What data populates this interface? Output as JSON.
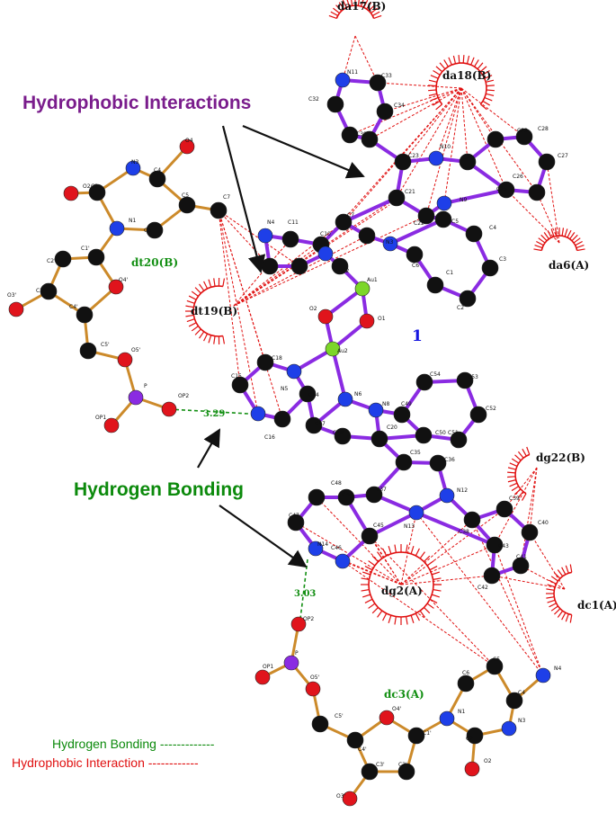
{
  "labels": {
    "hydrophobic_title": "Hydrophobic Interactions",
    "hbond_title": "Hydrogen Bonding",
    "ligand_id": "1",
    "legend_hbond": "Hydrogen Bonding -------------",
    "legend_hydrophobic": "Hydrophobic Interaction ------------"
  },
  "residues": {
    "da17_b": "da17(B)",
    "da18_b": "da18(B)",
    "da6_a": "da6(A)",
    "dt19_b": "dt19(B)",
    "dt20_b": "dt20(B)",
    "dg22_b": "dg22(B)",
    "dc1_a": "dc1(A)",
    "dg2_a": "dg2(A)",
    "dc3_a": "dc3(A)"
  },
  "distances": {
    "hb1": "3.29",
    "hb2": "3.03"
  },
  "atom_labels": {
    "n11": "N11",
    "c33": "C33",
    "c32": "C32",
    "c34": "C34",
    "c31": "C31",
    "c30": "C30",
    "n10": "N10",
    "c23": "C23",
    "c24": "C24",
    "c29": "C29",
    "c28": "C28",
    "c27": "C27",
    "c26": "C26",
    "c25": "C25",
    "n9": "N9",
    "c21": "C21",
    "c22": "C22",
    "n4": "N4",
    "c11": "C11",
    "c10": "C10",
    "c7": "C7",
    "c5": "C5",
    "c4": "C4",
    "n3": "N3",
    "c6": "C6",
    "c1": "C1",
    "c2": "C2",
    "c3": "C3",
    "n2": "N2",
    "au1": "Au1",
    "o2": "O2",
    "o1": "O1",
    "au2": "Au2",
    "c18": "C18",
    "n5": "N5",
    "c14": "C14",
    "n6": "N6",
    "n8": "N8",
    "c49": "C49",
    "c54": "C54",
    "c53": "C53",
    "c52": "C52",
    "c15": "C15",
    "c17": "C17",
    "c19": "C19",
    "c20": "C20",
    "c50": "C50",
    "c51": "C51",
    "c16": "C16",
    "c35": "C35",
    "c36": "C36",
    "n12": "N12",
    "c37": "C37",
    "c44": "C44",
    "c48": "C48",
    "c47": "C47",
    "n14": "N14",
    "c46": "C46",
    "c45": "C45",
    "n13": "N13",
    "c38": "C38",
    "c39": "C39",
    "c40": "C40",
    "c43": "C43",
    "c41": "C41",
    "c42": "C42",
    "t_o4": "O4",
    "t_n3": "N3",
    "t_c4": "C4",
    "t_o2": "O2",
    "t_c2": "C2",
    "t_c5": "C5",
    "t_c7": "C7",
    "t_n1": "N1",
    "t_c6": "C6",
    "t_c1p": "C1'",
    "t_o4p": "O4'",
    "t_c2p": "C2'",
    "t_o3p": "O3'",
    "t_c3p": "C3'",
    "t_c4p": "C4'",
    "t_c5p": "C5'",
    "t_o5p": "O5'",
    "t_p": "P",
    "t_op1": "OP1",
    "t_op2": "OP2",
    "c_op2": "OP2",
    "c_op1": "OP1",
    "c_p": "P",
    "c_o5p": "O5'",
    "c_c5p": "C5'",
    "c_c4p": "C4'",
    "c_o4p": "O4'",
    "c_c3p": "C3'",
    "c_c2p": "C2'",
    "c_c1p": "C1'",
    "c_o3p": "O3'",
    "c_n1": "N1",
    "c_c6": "C6",
    "c_c5": "C5",
    "c_c4": "C4",
    "c_n4": "N4",
    "c_n3": "N3",
    "c_c2": "C2",
    "c_o2": "O2"
  },
  "colors": {
    "ligand_bond": "#8a2be2",
    "nucleotide_bond": "#cc8a2a",
    "carbon": "#111111",
    "nitrogen": "#1e3fe8",
    "oxygen": "#e0141c",
    "gold": "#7cd629",
    "phosphorus": "#8a2be2",
    "hydrophobic": "#e01010",
    "hbond": "#138f13",
    "hydrophobic_title": "#7a1d8c",
    "hbond_title": "#0c8a0c",
    "ligand_id": "#1515e0",
    "arrow": "#111111"
  }
}
